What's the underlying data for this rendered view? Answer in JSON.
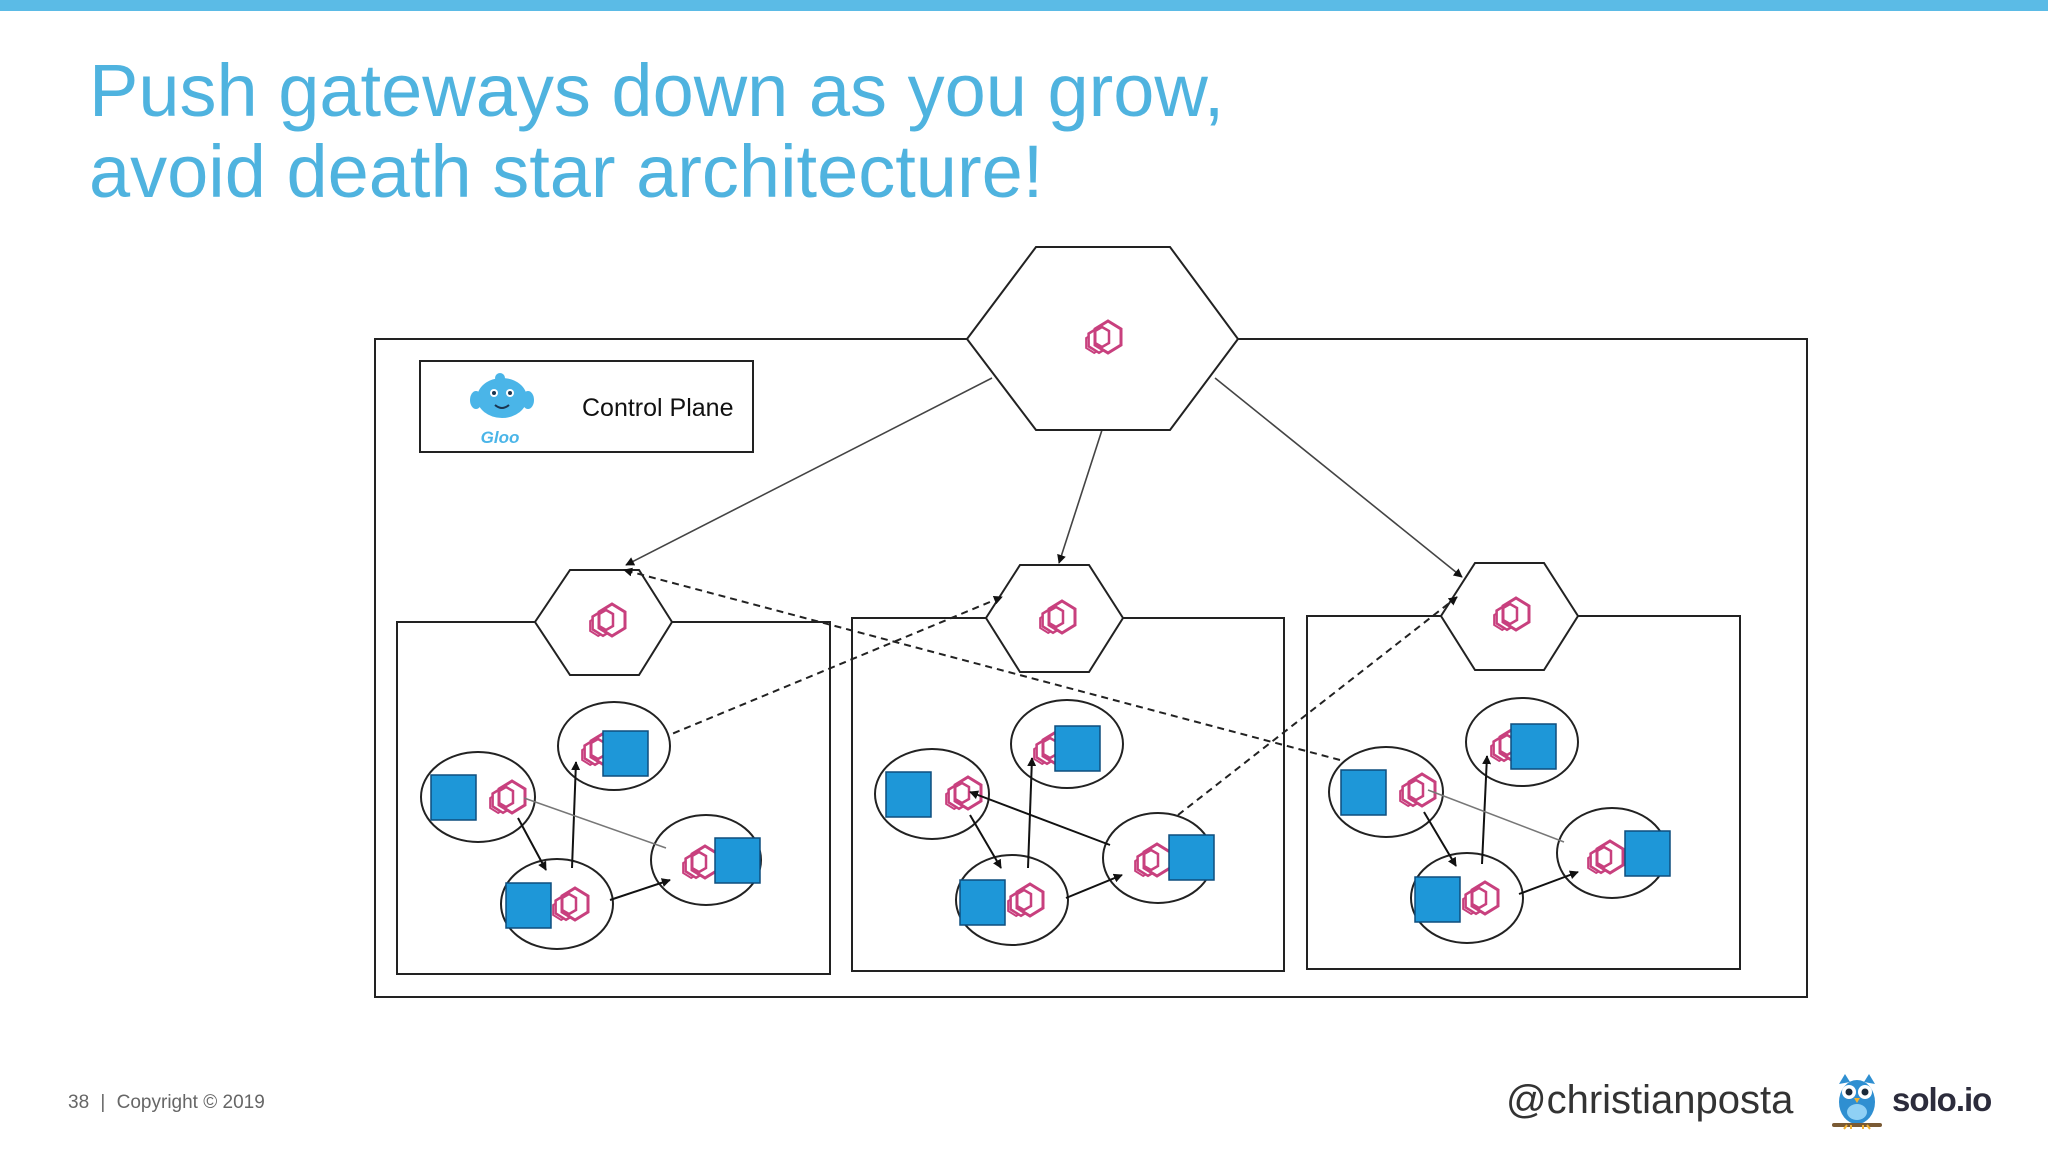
{
  "slide": {
    "title_line1": "Push gateways down as you grow,",
    "title_line2": "avoid death star architecture!",
    "page_number": "38",
    "separator": "|",
    "copyright": "Copyright © 2019",
    "handle": "@christianposta",
    "brand": "solo.io"
  },
  "diagram": {
    "control_plane_label": "Control Plane",
    "gloo_logo_text": "Gloo",
    "service_color": "#1e97d8",
    "envoy_color": "#c8407e"
  },
  "colors": {
    "accent": "#5bbbe6",
    "title": "#4fb3df"
  }
}
